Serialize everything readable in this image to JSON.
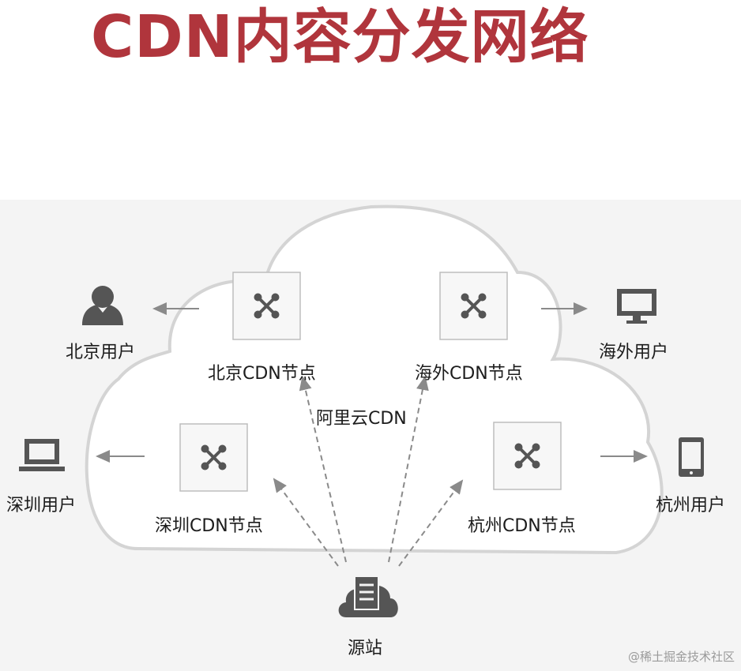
{
  "title": "CDN内容分发网络",
  "cloud_label": "阿里云CDN",
  "nodes": [
    {
      "id": "beijing",
      "label": "北京CDN节点"
    },
    {
      "id": "overseas",
      "label": "海外CDN节点"
    },
    {
      "id": "shenzhen",
      "label": "深圳CDN节点"
    },
    {
      "id": "hangzhou",
      "label": "杭州CDN节点"
    }
  ],
  "users": [
    {
      "id": "beijing",
      "label": "北京用户",
      "icon": "person-icon"
    },
    {
      "id": "overseas",
      "label": "海外用户",
      "icon": "monitor-icon"
    },
    {
      "id": "shenzhen",
      "label": "深圳用户",
      "icon": "laptop-icon"
    },
    {
      "id": "hangzhou",
      "label": "杭州用户",
      "icon": "phone-icon"
    }
  ],
  "origin": {
    "label": "源站",
    "icon": "server-cloud-icon"
  },
  "watermark": "@稀土掘金技术社区",
  "colors": {
    "title": "#b0353c",
    "panel": "#f4f4f4",
    "cloud_stroke": "#d4d4d4",
    "icon": "#555555",
    "arrow": "#8a8a8a"
  }
}
